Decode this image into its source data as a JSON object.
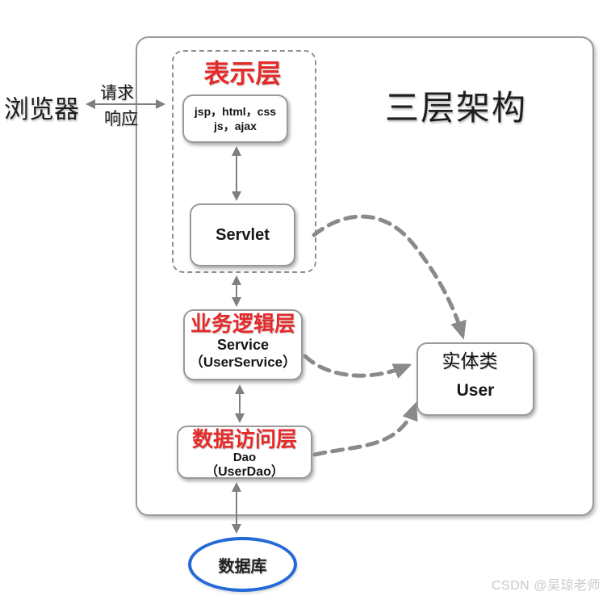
{
  "colors": {
    "red": "#e52a2a",
    "blue": "#2569d8",
    "gray": "#8a8a8a",
    "watermark": "#c9c9c9"
  },
  "title": "三层架构",
  "browser": {
    "label": "浏览器",
    "request": "请求",
    "response": "响应"
  },
  "presentation": {
    "title": "表示层",
    "client_line1": "jsp，html，css",
    "client_line2": "js，ajax",
    "servlet": "Servlet"
  },
  "business": {
    "title": "业务逻辑层",
    "class": "Service",
    "impl": "（UserService）"
  },
  "data_access": {
    "title": "数据访问层",
    "class": "Dao",
    "impl": "（UserDao）"
  },
  "entity": {
    "title": "实体类",
    "class": "User"
  },
  "database": {
    "label": "数据库"
  },
  "watermark": "CSDN @吴琼老师"
}
